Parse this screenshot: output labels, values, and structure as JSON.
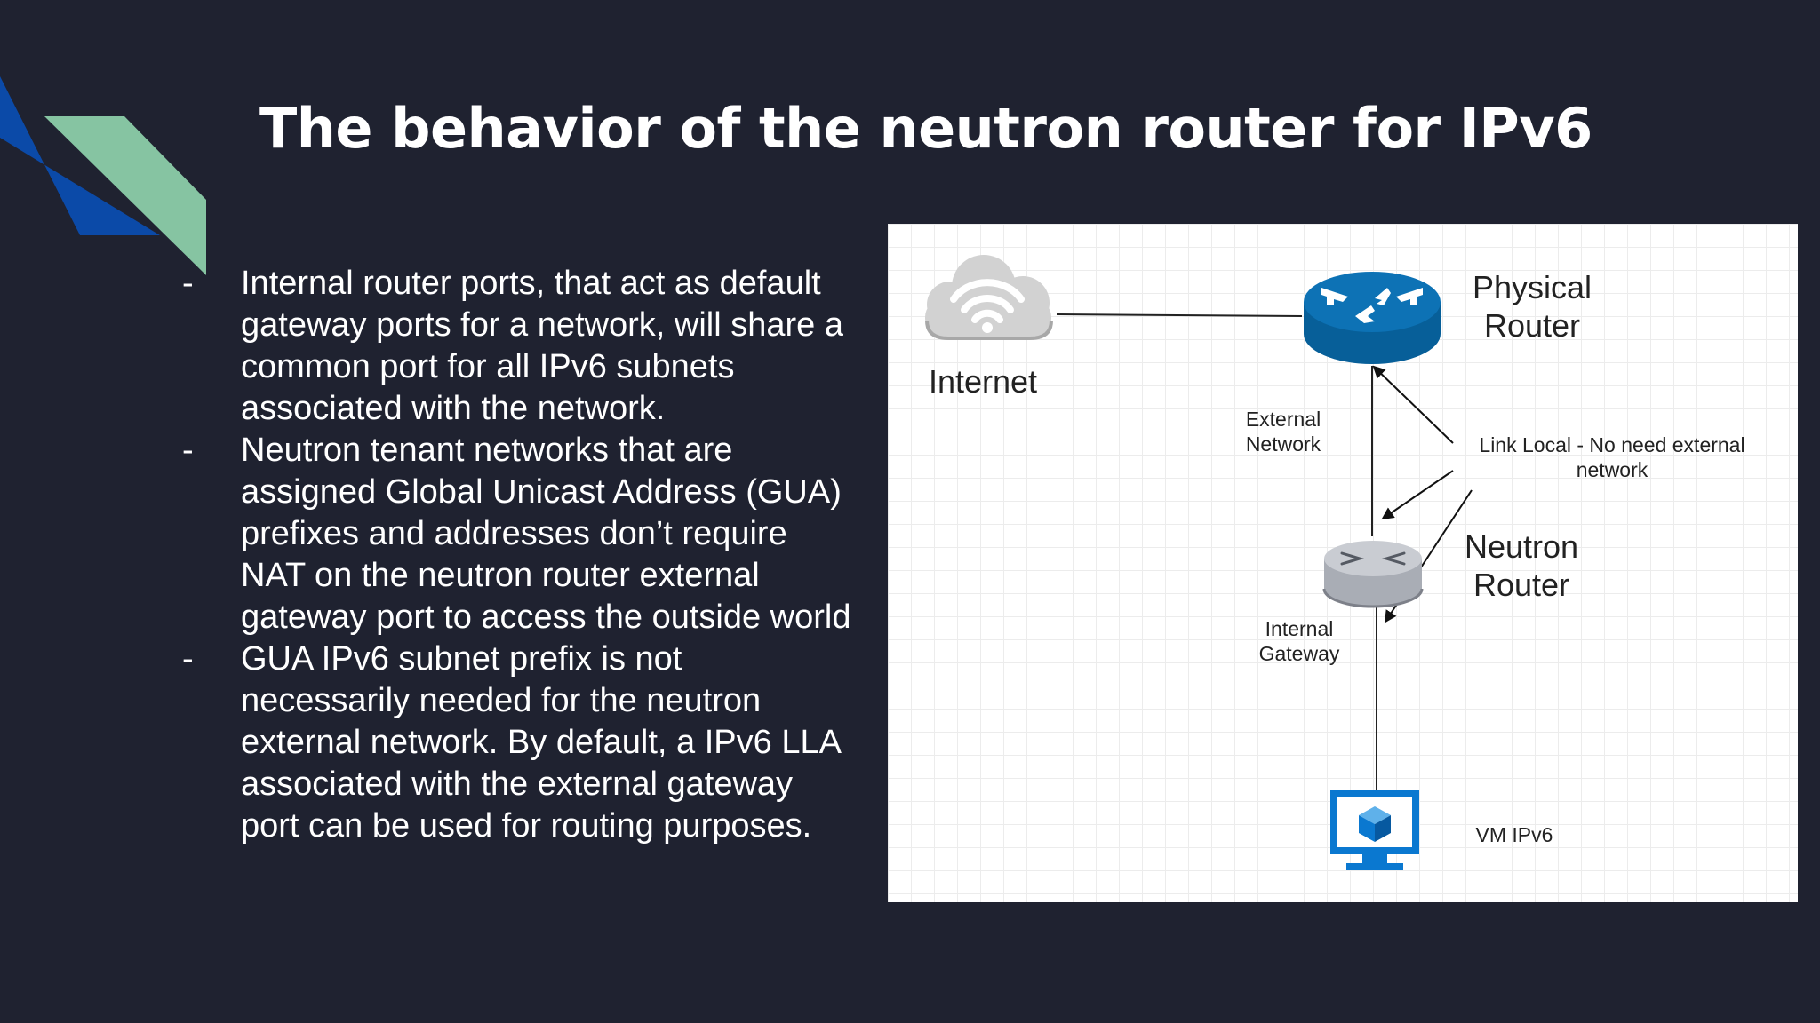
{
  "slide": {
    "title": "The behavior of the neutron router for IPv6",
    "bullet_marker": "-",
    "bullets": [
      "Internal router ports, that act as default gateway ports for a network, will share a common port for all IPv6 subnets associated with the network.",
      "Neutron tenant networks that are assigned Global Unicast Address (GUA) prefixes and addresses don’t require NAT on the neutron router external gateway port to access the outside world",
      "GUA IPv6 subnet prefix is not necessarily needed for the neutron external network. By default, a IPv6 LLA associated with the external gateway port can be used for routing purposes."
    ]
  },
  "diagram": {
    "internet_label": "Internet",
    "physical_router_label": [
      "Physical",
      "Router"
    ],
    "neutron_router_label": [
      "Neutron",
      "Router"
    ],
    "external_network_label": [
      "External",
      "Network"
    ],
    "link_local_label": [
      "Link Local -  No need external",
      "network"
    ],
    "internal_gateway_label": [
      "Internal",
      "Gateway"
    ],
    "vm_label": "VM IPv6"
  },
  "colors": {
    "background": "#1f2230",
    "accent_blue": "#0b4aa8",
    "accent_green": "#86c4a2",
    "router_blue": "#0a6aa8",
    "vm_blue": "#0a78d0"
  },
  "icons": [
    "cloud-wifi-icon",
    "physical-router-icon",
    "neutron-router-icon",
    "vm-monitor-icon"
  ]
}
